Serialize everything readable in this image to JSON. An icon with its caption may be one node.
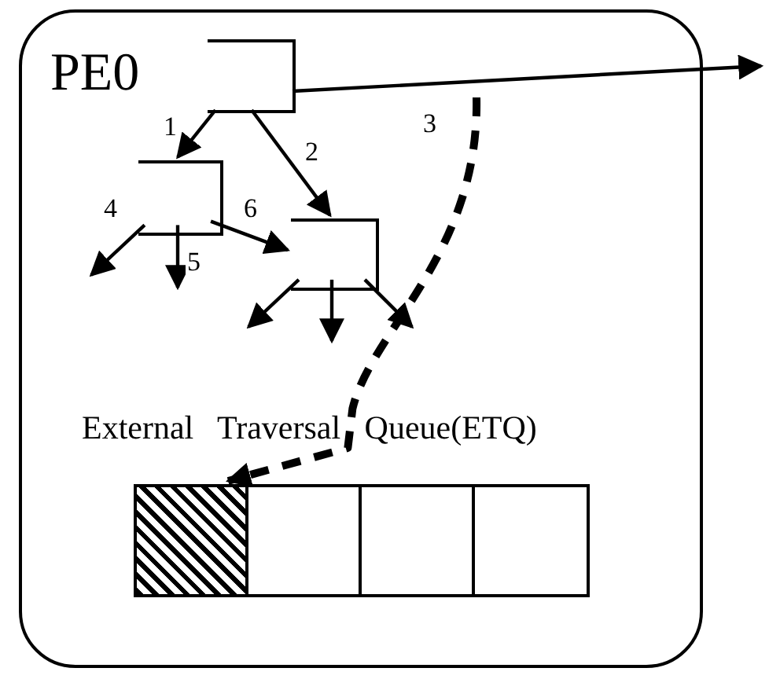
{
  "diagram": {
    "nodes": [
      {
        "text": [
          "PE0"
        ]
      },
      {
        "text": [],
        "shape": "box",
        "in": 0
      },
      {
        "text": [],
        "shape": "box",
        "in": 0
      },
      {
        "text": [],
        "shape": "box",
        "in": 0
      },
      {
        "text": [
          "External Traversal Queue(ETQ)"
        ],
        "in": 0
      },
      {
        "text": [],
        "shape": "box",
        "in": 4
      },
      {
        "text": [],
        "shape": "box",
        "in": 4
      },
      {
        "text": [],
        "shape": "box",
        "in": 4
      },
      {
        "text": [],
        "shape": "box",
        "in": 4
      }
    ],
    "edges": [
      {
        "from": 1,
        "to": null,
        "arrow": "to",
        "label": "3"
      },
      {
        "from": 1,
        "to": 2,
        "arrow": "to",
        "label": "1"
      },
      {
        "from": 1,
        "to": 3,
        "arrow": "to",
        "label": "2"
      },
      {
        "from": null,
        "to": 5,
        "arrow": "to",
        "style": "dashed"
      },
      {
        "from": 2,
        "to": null,
        "arrow": "to",
        "label": "4"
      },
      {
        "from": 2,
        "to": null,
        "arrow": "to",
        "label": "5"
      },
      {
        "from": 2,
        "to": 3,
        "arrow": "to",
        "label": "6"
      },
      {
        "from": 3,
        "to": null,
        "arrow": "to"
      },
      {
        "from": 3,
        "to": null,
        "arrow": "to"
      },
      {
        "from": 3,
        "to": null,
        "arrow": "to"
      }
    ]
  }
}
